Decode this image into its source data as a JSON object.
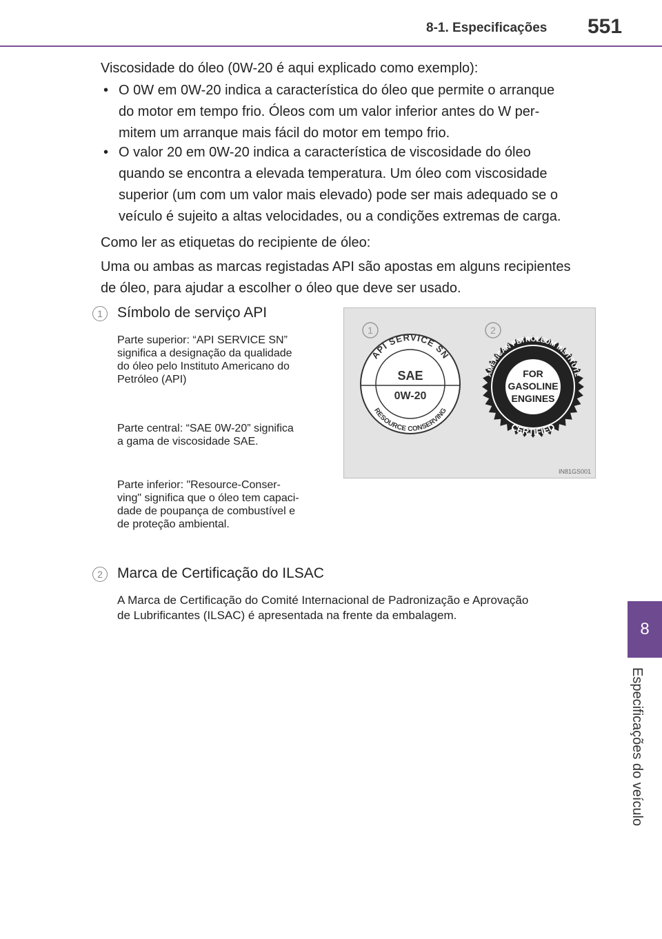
{
  "header": {
    "section_title": "8-1. Especificações",
    "page_number": "551"
  },
  "side_tab": {
    "number": "8",
    "label": "Especificações do veículo"
  },
  "intro": "Viscosidade do óleo (0W-20 é aqui explicado como exemplo):",
  "bullets": [
    {
      "lines": [
        "O 0W em 0W-20 indica a característica do óleo que permite o arranque",
        "do motor em tempo frio. Óleos com um valor inferior antes do W per-",
        "mitem um arranque mais fácil do motor em tempo frio."
      ]
    },
    {
      "lines": [
        "O valor 20 em 0W-20 indica a característica de viscosidade do óleo",
        "quando se encontra a elevada temperatura. Um óleo com viscosidade",
        "superior (um com um valor mais elevado) pode ser mais adequado se o",
        "veículo é sujeito a altas velocidades, ou a condições extremas de carga."
      ]
    }
  ],
  "bullet_symbol": "•",
  "how_to_read": "Como ler as etiquetas do recipiente de óleo:",
  "para_lines": [
    "Uma ou ambas as marcas registadas API são apostas em alguns recipientes",
    "de óleo, para ajudar a escolher o óleo que deve ser usado."
  ],
  "item1": {
    "number": "1",
    "title": "Símbolo de serviço API",
    "desc": [
      [
        "Parte superior: “API SERVICE SN”",
        "significa a designação da qualidade",
        "do óleo pelo Instituto Americano do",
        "Petróleo (API)"
      ],
      [
        "Parte central: “SAE 0W-20” significa",
        "a gama de viscosidade SAE."
      ],
      [
        "Parte inferior: \"Resource-Conser-",
        "ving\" significa que o óleo tem capaci-",
        "dade de poupança de combustível e",
        "de proteção ambiental."
      ]
    ]
  },
  "figure": {
    "label1": "1",
    "label2": "2",
    "api_top": "API SERVICE SN",
    "api_center_1": "SAE",
    "api_center_2": "0W-20",
    "api_bottom": "RESOURCE CONSERVING",
    "ilsac_top": "AMERICAN PETROLEUM INSTITUTE",
    "ilsac_bottom": "CERTIFIED",
    "ilsac_center": [
      "FOR",
      "GASOLINE",
      "ENGINES"
    ],
    "code": "IN81GS001"
  },
  "item2": {
    "number": "2",
    "title": "Marca de Certificação do ILSAC",
    "desc": [
      "A Marca de Certificação do Comité Internacional de Padronização e Aprovação",
      "de Lubrificantes (ILSAC) é apresentada na frente da embalagem."
    ]
  }
}
